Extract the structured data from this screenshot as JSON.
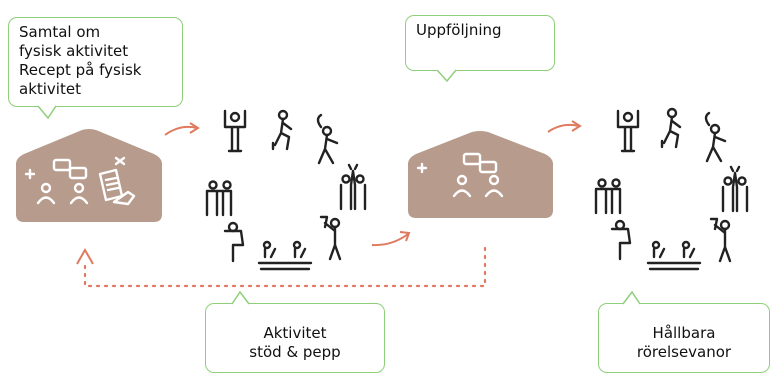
{
  "bubbles": {
    "talk": {
      "lines": [
        "Samtal om",
        "fysisk aktivitet",
        "Recept på fysisk",
        "aktivitet"
      ]
    },
    "followup": {
      "lines": [
        "Uppföljning"
      ]
    },
    "support": {
      "lines": [
        "Aktivitet",
        "stöd & pepp"
      ]
    },
    "habits": {
      "lines": [
        "Hållbara",
        "rörelsevanor"
      ]
    }
  },
  "colors": {
    "house": "#b79b8d",
    "accent": "#e07a5f",
    "bubble_border": "#8fcf7a"
  },
  "icons": [
    "house-conversation-prescription-icon",
    "house-conversation-icon",
    "activity-circle-icon",
    "dotted-return-arrow"
  ]
}
